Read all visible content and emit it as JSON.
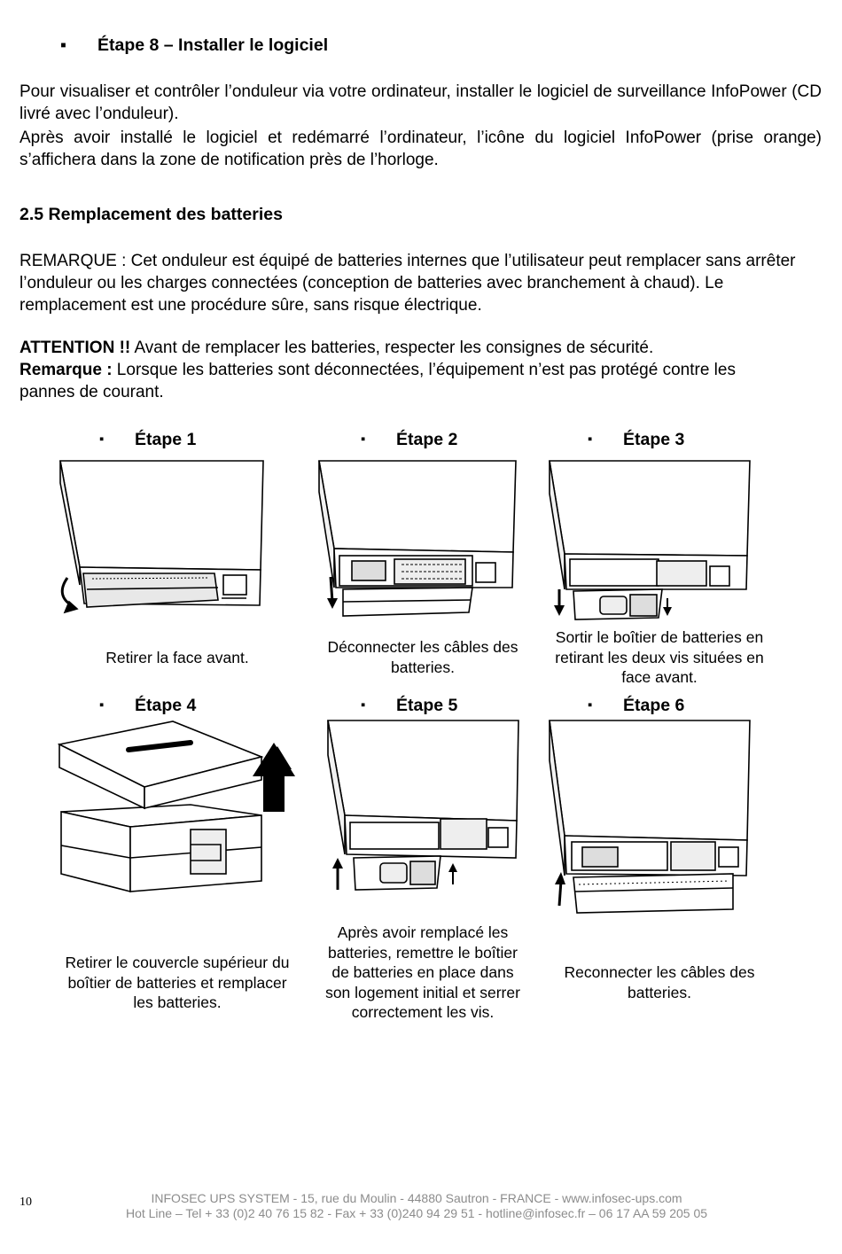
{
  "step8": {
    "bullet": "▪",
    "title": "Étape 8 – Installer le logiciel"
  },
  "intro": {
    "line1": "Pour visualiser et contrôler l’onduleur via votre ordinateur, installer le logiciel de surveillance InfoPower (CD livré avec l’onduleur).",
    "line2": "Après avoir installé le logiciel et redémarré l’ordinateur, l’icône du logiciel InfoPower (prise orange) s’affichera dans la zone de notification près de l’horloge."
  },
  "section": {
    "title": "2.5 Remplacement des batteries",
    "remarque": "REMARQUE : Cet onduleur est équipé de batteries internes que l’utilisateur peut remplacer sans arrêter l’onduleur ou les charges connectées (conception de batteries avec branchement à chaud). Le remplacement est une procédure sûre, sans risque électrique.",
    "attention_label": "ATTENTION !!",
    "attention_text": " Avant de remplacer les batteries, respecter les consignes de sécurité.",
    "remark_label": "Remarque :",
    "remark_text": " Lorsque les batteries sont déconnectées, l’équipement n’est pas protégé contre les pannes de courant."
  },
  "steps": [
    {
      "bullet": "▪",
      "label": "Étape 1",
      "caption": "Retirer la face avant."
    },
    {
      "bullet": "▪",
      "label": "Étape 2",
      "caption": "Déconnecter les câbles des batteries."
    },
    {
      "bullet": "▪",
      "label": "Étape 3",
      "caption": "Sortir le boîtier de batteries en retirant les deux vis situées en face avant."
    },
    {
      "bullet": "▪",
      "label": "Étape 4",
      "caption": "Retirer le couvercle supérieur du boîtier de batteries et remplacer les batteries."
    },
    {
      "bullet": "▪",
      "label": "Étape 5",
      "caption": "Après avoir remplacé les batteries, remettre le boîtier de batteries en place dans son logement initial et serrer correctement les vis."
    },
    {
      "bullet": "▪",
      "label": "Étape 6",
      "caption": "Reconnecter les câbles des batteries."
    }
  ],
  "footer": {
    "line1": "INFOSEC UPS SYSTEM - 15, rue du Moulin - 44880 Sautron - FRANCE - www.infosec-ups.com",
    "line2": "Hot Line – Tel + 33 (0)2 40 76 15 82 - Fax + 33 (0)240 94 29 51 - hotline@infosec.fr – 06 17 AA 59 205 05"
  },
  "page_number": "10"
}
